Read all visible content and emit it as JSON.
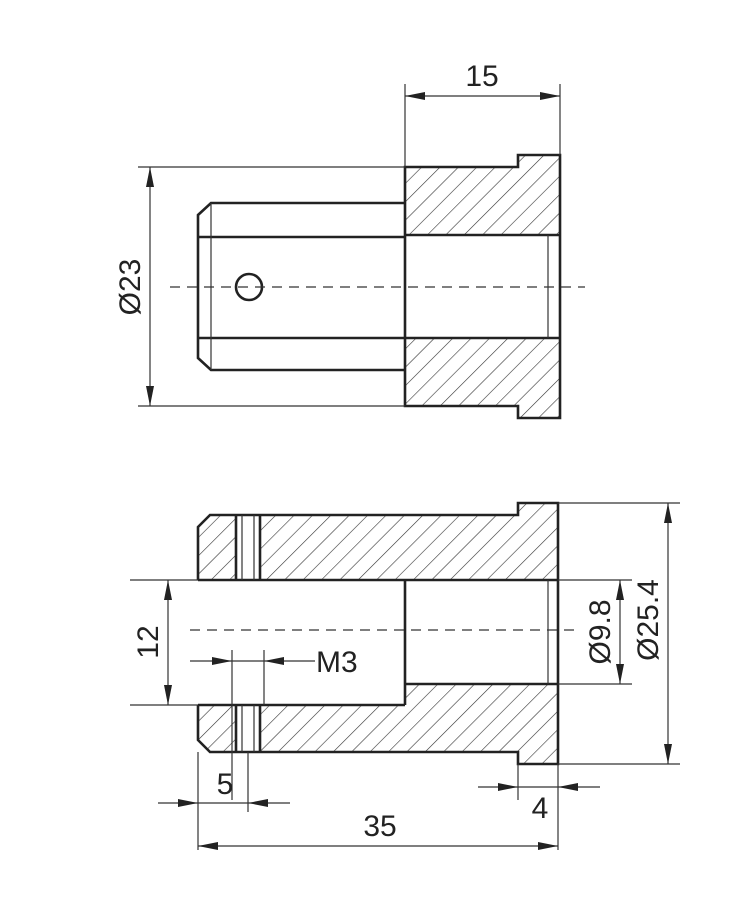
{
  "dimensions": {
    "top_width": "15",
    "top_diameter": "Ø23",
    "bore_height": "12",
    "thread": "M3",
    "thread_offset": "5",
    "overall_length": "35",
    "flange_thickness": "4",
    "inner_diameter": "Ø9.8",
    "outer_diameter": "Ø25.4"
  }
}
